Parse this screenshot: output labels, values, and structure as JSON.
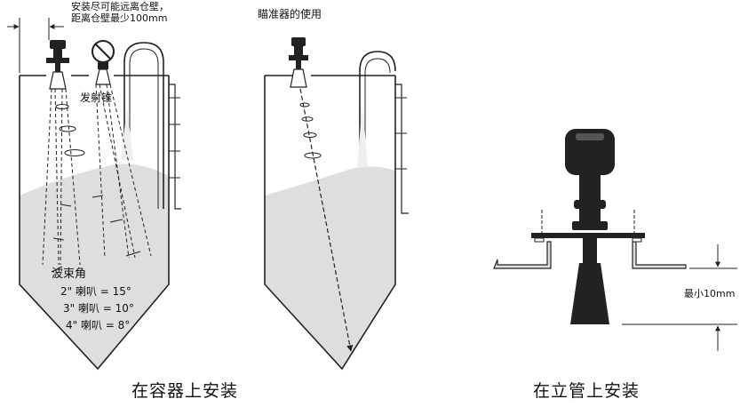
{
  "left": {
    "note_line1": "安装尽可能远离仓壁，",
    "note_line2": "距离仓壁最少100mm",
    "cone_label": "发射锥",
    "beam_angle_title": "波束角",
    "beam_angles": [
      "2\" 喇叭 = 15°",
      "3\" 喇叭 = 10°",
      "4\" 喇叭 = 8°"
    ],
    "caption": "在容器上安装"
  },
  "middle": {
    "title": "瞄准器的使用"
  },
  "right": {
    "min_label": "最小10mm",
    "caption": "在立管上安装"
  },
  "colors": {
    "line": "#222222",
    "material": "#dedede",
    "device": "#222222"
  }
}
